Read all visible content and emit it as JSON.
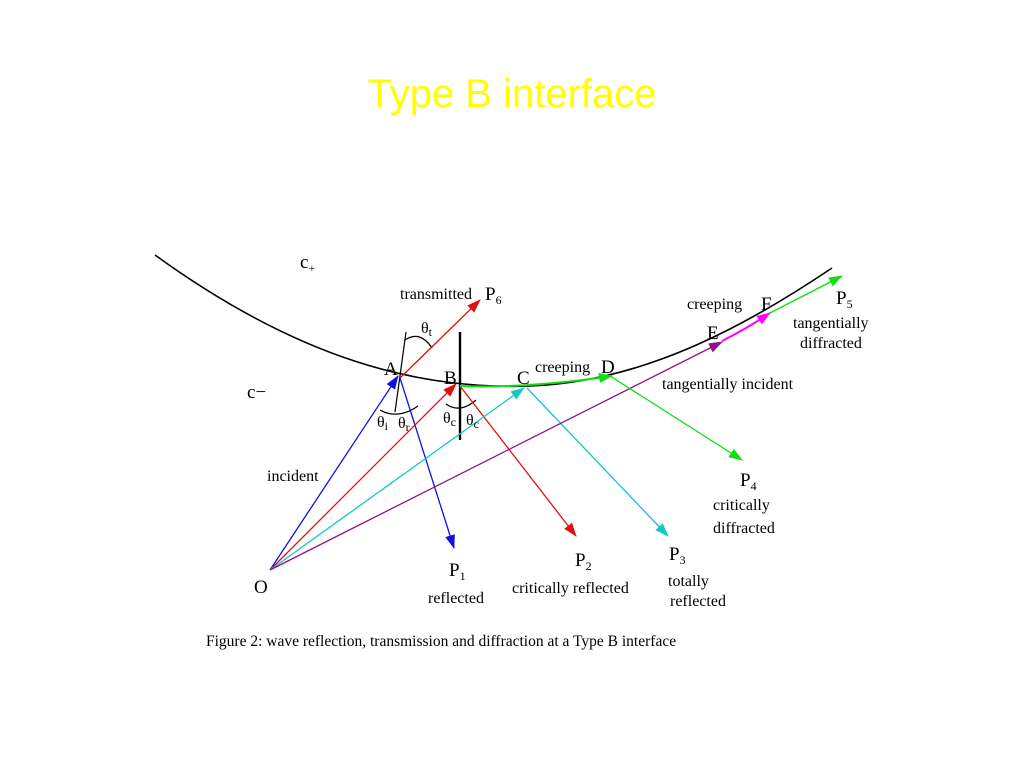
{
  "slide": {
    "title": "Type B interface"
  },
  "diagram": {
    "media": {
      "upper": "c",
      "upper_sign": "+",
      "lower": "c",
      "lower_sign": "−"
    },
    "points": {
      "A": "A",
      "B": "B",
      "C": "C",
      "D": "D",
      "E": "E",
      "F": "F",
      "O": "O"
    },
    "targets": {
      "P1": {
        "letter": "P",
        "sub": "1",
        "label": "reflected"
      },
      "P2": {
        "letter": "P",
        "sub": "2",
        "label": "critically reflected"
      },
      "P3": {
        "letter": "P",
        "sub": "3",
        "label_line1": "totally",
        "label_line2": "reflected"
      },
      "P4": {
        "letter": "P",
        "sub": "4",
        "label_line1": "critically",
        "label_line2": "diffracted"
      },
      "P5": {
        "letter": "P",
        "sub": "5",
        "label_line1": "tangentially",
        "label_line2": "diffracted"
      },
      "P6": {
        "letter": "P",
        "sub": "6",
        "label": "transmitted"
      }
    },
    "labels": {
      "incident": "incident",
      "creeping_cd": "creeping",
      "creeping_ef": "creeping",
      "tangentially_incident": "tangentially incident"
    },
    "angles": {
      "theta": "θ",
      "t": "t",
      "i": "i",
      "r": "r",
      "c": "c"
    },
    "colors": {
      "curve": "#000000",
      "blue": "#1010e0",
      "red": "#e01010",
      "cyan": "#10c8c8",
      "green": "#10e010",
      "purple": "#901090",
      "magenta": "#ff00ff"
    },
    "caption": "Figure 2: wave reflection, transmission and diffraction at a Type B interface"
  }
}
